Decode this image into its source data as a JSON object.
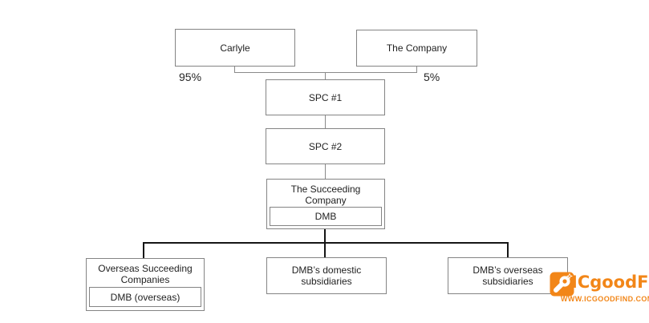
{
  "diagram": {
    "top": {
      "carlyle": {
        "label": "Carlyle",
        "ownership": "95%"
      },
      "the_company": {
        "label": "The Company",
        "ownership": "5%"
      }
    },
    "chain": {
      "spc1": {
        "label": "SPC #1"
      },
      "spc2": {
        "label": "SPC #2"
      },
      "succeeding_company": {
        "label": "The Succeeding Company",
        "entity": "DMB"
      }
    },
    "subsidiaries": {
      "overseas_succeeding": {
        "label": "Overseas Succeeding Companies",
        "entity": "DMB (overseas)"
      },
      "domestic": {
        "label": "DMB’s domestic subsidiaries"
      },
      "overseas": {
        "label": "DMB’s overseas subsidiaries"
      }
    }
  },
  "watermark": {
    "brand": "ICgoodFind",
    "url": "WWW.ICGOODFIND.COM"
  },
  "colors": {
    "background": "#ffffff",
    "box_border": "#848484",
    "connector": "#8a8a8a",
    "connector_strong": "#151515",
    "text": "#1f1f1f",
    "watermark_orange": "#F28618"
  }
}
